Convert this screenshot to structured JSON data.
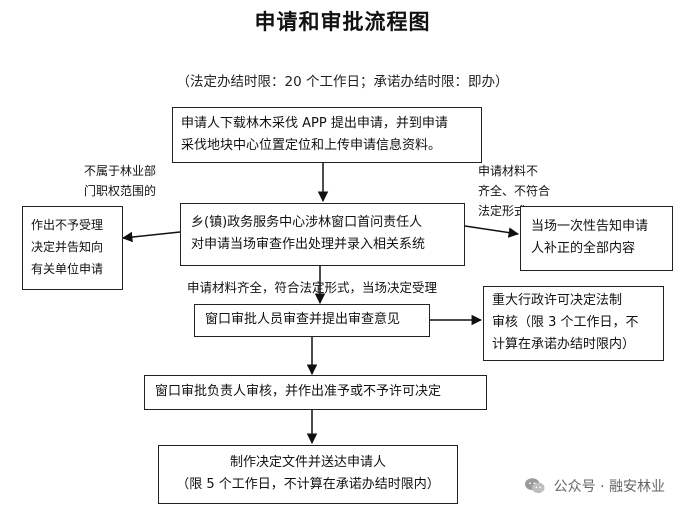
{
  "title": "申请和审批流程图",
  "subtitle": "（法定办结时限：20 个工作日；承诺办结时限：即办）",
  "boxes": {
    "step1": [
      "申请人下载林木采伐 APP 提出申请，并到申请",
      "采伐地块中心位置定位和上传申请信息资料。"
    ],
    "step2": [
      "乡(镇)政务服务中心涉林窗口首问责任人",
      "对申请当场审查作出处理并录入相关系统"
    ],
    "reject": [
      "作出不予受理",
      "决定并告知向",
      "有关单位申请"
    ],
    "notify": [
      "当场一次性告知申请",
      "人补正的全部内容"
    ],
    "step3": [
      "窗口审批人员审查并提出审查意见"
    ],
    "major": [
      "重大行政许可决定法制",
      "审核（限 3 个工作日，不",
      "计算在承诺办结时限内）"
    ],
    "step4": [
      "窗口审批负责人审核，并作出准予或不予许可决定"
    ],
    "step5": [
      "制作决定文件并送达申请人",
      "（限 5 个工作日，不计算在承诺办结时限内）"
    ]
  },
  "labels": {
    "not_forestry": [
      "不属于林业部",
      "门职权范围的"
    ],
    "incomplete": [
      "申请材料不",
      "齐全、不符合",
      "法定形式"
    ],
    "accepted": "申请材料齐全，符合法定形式，当场决定受理"
  },
  "watermark": {
    "text": "公众号 · 融安林业",
    "icon": "wechat-icon"
  }
}
